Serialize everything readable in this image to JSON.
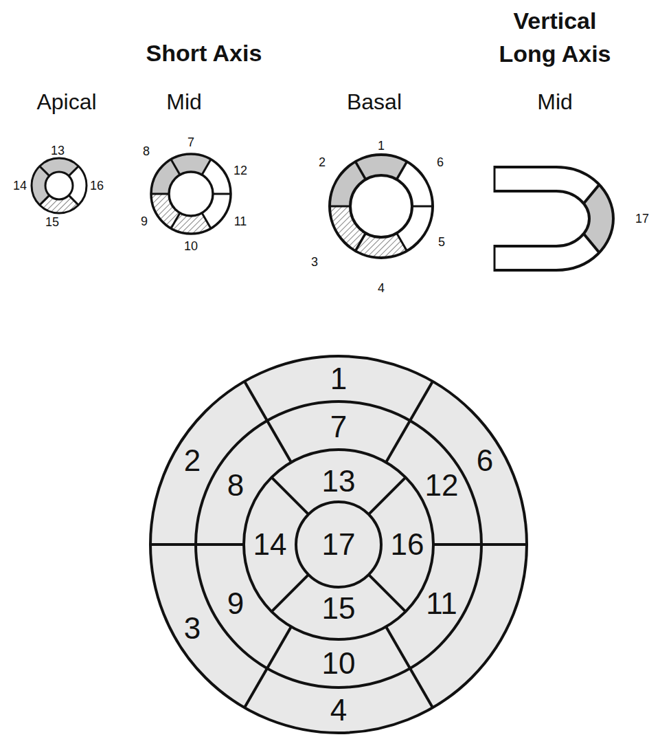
{
  "diagram": {
    "labels": [
      "Short Axis",
      "Vertical Long Axis",
      "Apical",
      "Mid",
      "Basal",
      "Mid",
      "13",
      "14",
      "16",
      "15",
      "7",
      "8",
      "12",
      "9",
      "11",
      "10",
      "1",
      "2",
      "6",
      "3",
      "5",
      "4",
      "17",
      "1",
      "2",
      "8",
      "7",
      "13",
      "6",
      "12",
      "14",
      "17",
      "16",
      "3",
      "9",
      "11",
      "15",
      "10",
      "4"
    ]
  }
}
